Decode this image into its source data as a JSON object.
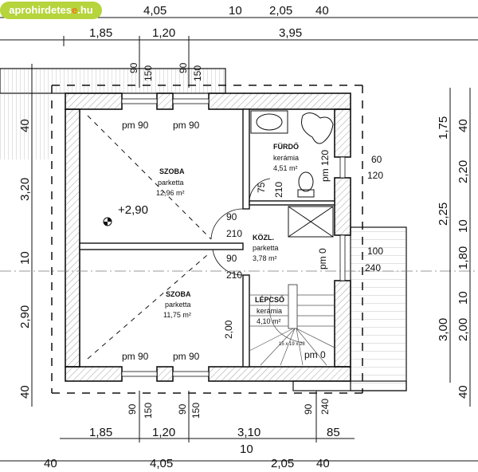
{
  "logo": {
    "text_a": "aprohirdetes",
    "text_dot": "e",
    "text_b": ".hu"
  },
  "dims_top_1": [
    "4,05",
    "10",
    "2,05",
    "40"
  ],
  "dims_top_2": [
    "1,85",
    "1,20",
    "3,95"
  ],
  "dims_top_vert": [
    "90",
    "150",
    "90",
    "150"
  ],
  "dims_bottom_vert": [
    "90",
    "150",
    "90",
    "150",
    "90",
    "240"
  ],
  "dims_bottom_1": [
    "1,85",
    "1,20",
    "3,10",
    "85"
  ],
  "dims_bottom_2": [
    "40",
    "4,05",
    "10",
    "2,05",
    "40"
  ],
  "dims_left": [
    "40",
    "3,20",
    "10",
    "2,90",
    "40"
  ],
  "dims_right_1": [
    "1,75",
    "2,25",
    "3,00"
  ],
  "dims_right_2": [
    "40",
    "2,20",
    "10",
    "1,80",
    "10",
    "2,00",
    "40"
  ],
  "rooms": {
    "szoba1": {
      "name": "SZOBA",
      "floor": "parketta",
      "area": "12,96 m²",
      "pm_a": "pm 90",
      "pm_b": "pm 90",
      "level": "+2,90"
    },
    "szoba2": {
      "name": "SZOBA",
      "floor": "parketta",
      "area": "11,75 m²",
      "pm_a": "pm 90",
      "pm_b": "pm 90",
      "height": "2,00"
    },
    "kozl": {
      "name": "KÖZL.",
      "floor": "parketta",
      "area": "3,78 m²",
      "pm": "pm 0",
      "door1_w": "90",
      "door1_h": "210",
      "door2_w": "90",
      "door2_h": "210"
    },
    "furdo": {
      "name": "FÜRDŐ",
      "floor": "kerámia",
      "area": "4,51 m²",
      "pm": "pm 120",
      "door_w": "75",
      "door_h": "210",
      "win_a": "60",
      "win_b": "120"
    },
    "lepcso": {
      "name": "LÉPCSŐ",
      "floor": "kerámia",
      "area": "4,10 m²",
      "stair": "15 x 19 x 28",
      "pm": "pm 0"
    },
    "balcony": {
      "win_a": "100",
      "win_b": "240"
    }
  }
}
